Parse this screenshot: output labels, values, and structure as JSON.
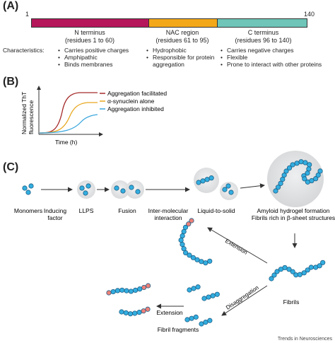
{
  "panelA": {
    "label": "(A)",
    "start": "1",
    "end": "140",
    "characteristics_label": "Characteristics:",
    "colors": {
      "n": "#b5175a",
      "nac": "#f3a81a",
      "c": "#6ec5b8"
    },
    "regions": [
      {
        "title": "N terminus",
        "range": "(residues 1 to 60)",
        "bullets": [
          "Carries positive charges",
          "Amphipathic",
          "Binds membranes"
        ]
      },
      {
        "title": "NAC region",
        "range": "(residues 61 to 95)",
        "bullets": [
          "Hydrophobic",
          "Responsible for protein aggregation"
        ]
      },
      {
        "title": "C terminus",
        "range": "(residues 96 to 140)",
        "bullets": [
          "Carries negative charges",
          "Flexible",
          "Prone to interact with other proteins"
        ]
      }
    ]
  },
  "panelB": {
    "label": "(B)",
    "ylabel_line1": "Normalized ThT",
    "ylabel_line2": "fluorescence",
    "xlabel": "Time (h)",
    "legend": [
      {
        "name": "Aggregation facilitated",
        "color": "#a52a2a"
      },
      {
        "name": "α-synuclein alone",
        "color": "#e8a820"
      },
      {
        "name": "Aggregation inhibited",
        "color": "#3aa6dd"
      }
    ]
  },
  "panelC": {
    "label": "(C)",
    "colors": {
      "bead": "#33aee0",
      "tip": "#ef8078",
      "droplet": "#e4e5e6"
    },
    "labels": {
      "monomers": "Monomers",
      "inducing_1": "Inducing",
      "inducing_2": "factor",
      "llps": "LLPS",
      "fusion": "Fusion",
      "inter_1": "Inter-molecular",
      "inter_2": "interaction",
      "l2s": "Liquid-to-solid",
      "hydrogel_1": "Amyloid hydrogel formation",
      "hydrogel_2": "Fibrils rich in β-sheet structures",
      "fibrils": "Fibrils",
      "extension": "Extension",
      "disaggregation": "Disaggregation",
      "fragments": "Fibril fragments"
    }
  },
  "footer": "Trends in Neurosciences"
}
